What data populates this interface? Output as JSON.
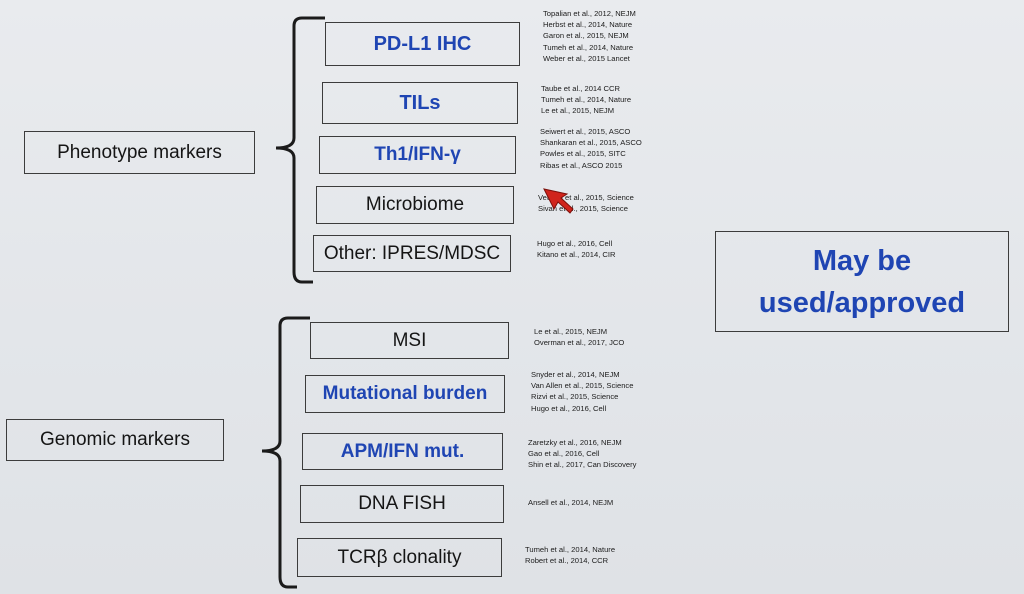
{
  "groups": {
    "phenotype": {
      "label": "Phenotype markers",
      "items": [
        {
          "label": "PD-L1 IHC",
          "refs": [
            "Topalian et al., 2012, NEJM",
            "Herbst et al., 2014, Nature",
            "Garon et al., 2015, NEJM",
            "Tumeh et al., 2014, Nature",
            "Weber et al., 2015 Lancet"
          ]
        },
        {
          "label": "TILs",
          "refs": [
            "Taube et al., 2014 CCR",
            "Tumeh et al., 2014, Nature",
            "Le et al., 2015, NEJM"
          ]
        },
        {
          "label": "Th1/IFN-γ",
          "refs": [
            "Seiwert et al., 2015, ASCO",
            "Shankaran et al., 2015, ASCO",
            "Powles et al., 2015, SITC",
            "Ribas et al., ASCO 2015"
          ]
        },
        {
          "label": "Microbiome",
          "refs": [
            "Vetizou et al., 2015, Science",
            "Sivan et al., 2015, Science"
          ]
        },
        {
          "label": "Other: IPRES/MDSC",
          "refs": [
            "Hugo et al., 2016, Cell",
            "Kitano et al., 2014, CIR"
          ]
        }
      ]
    },
    "genomic": {
      "label": "Genomic markers",
      "items": [
        {
          "label": "MSI",
          "refs": [
            "Le et al., 2015, NEJM",
            "Overman et al., 2017, JCO"
          ]
        },
        {
          "label": "Mutational burden",
          "refs": [
            "Snyder et al., 2014, NEJM",
            "Van Allen et al., 2015, Science",
            "Rizvi et al., 2015, Science",
            "Hugo et al., 2016, Cell"
          ]
        },
        {
          "label": "APM/IFN mut.",
          "refs": [
            "Zaretzky et al., 2016, NEJM",
            "Gao et al., 2016, Cell",
            "Shin et al., 2017, Can Discovery"
          ]
        },
        {
          "label": "DNA FISH",
          "refs": [
            "Ansell et al., 2014, NEJM"
          ]
        },
        {
          "label": "TCRβ clonality",
          "refs": [
            "Tumeh et al., 2014, Nature",
            "Robert et al., 2014, CCR"
          ]
        }
      ]
    }
  },
  "callout": {
    "line1": "May be",
    "line2": "used/approved"
  },
  "colors": {
    "highlight_text": "#1f45b3",
    "body_text": "#151515",
    "pointer": "#d0241c"
  }
}
